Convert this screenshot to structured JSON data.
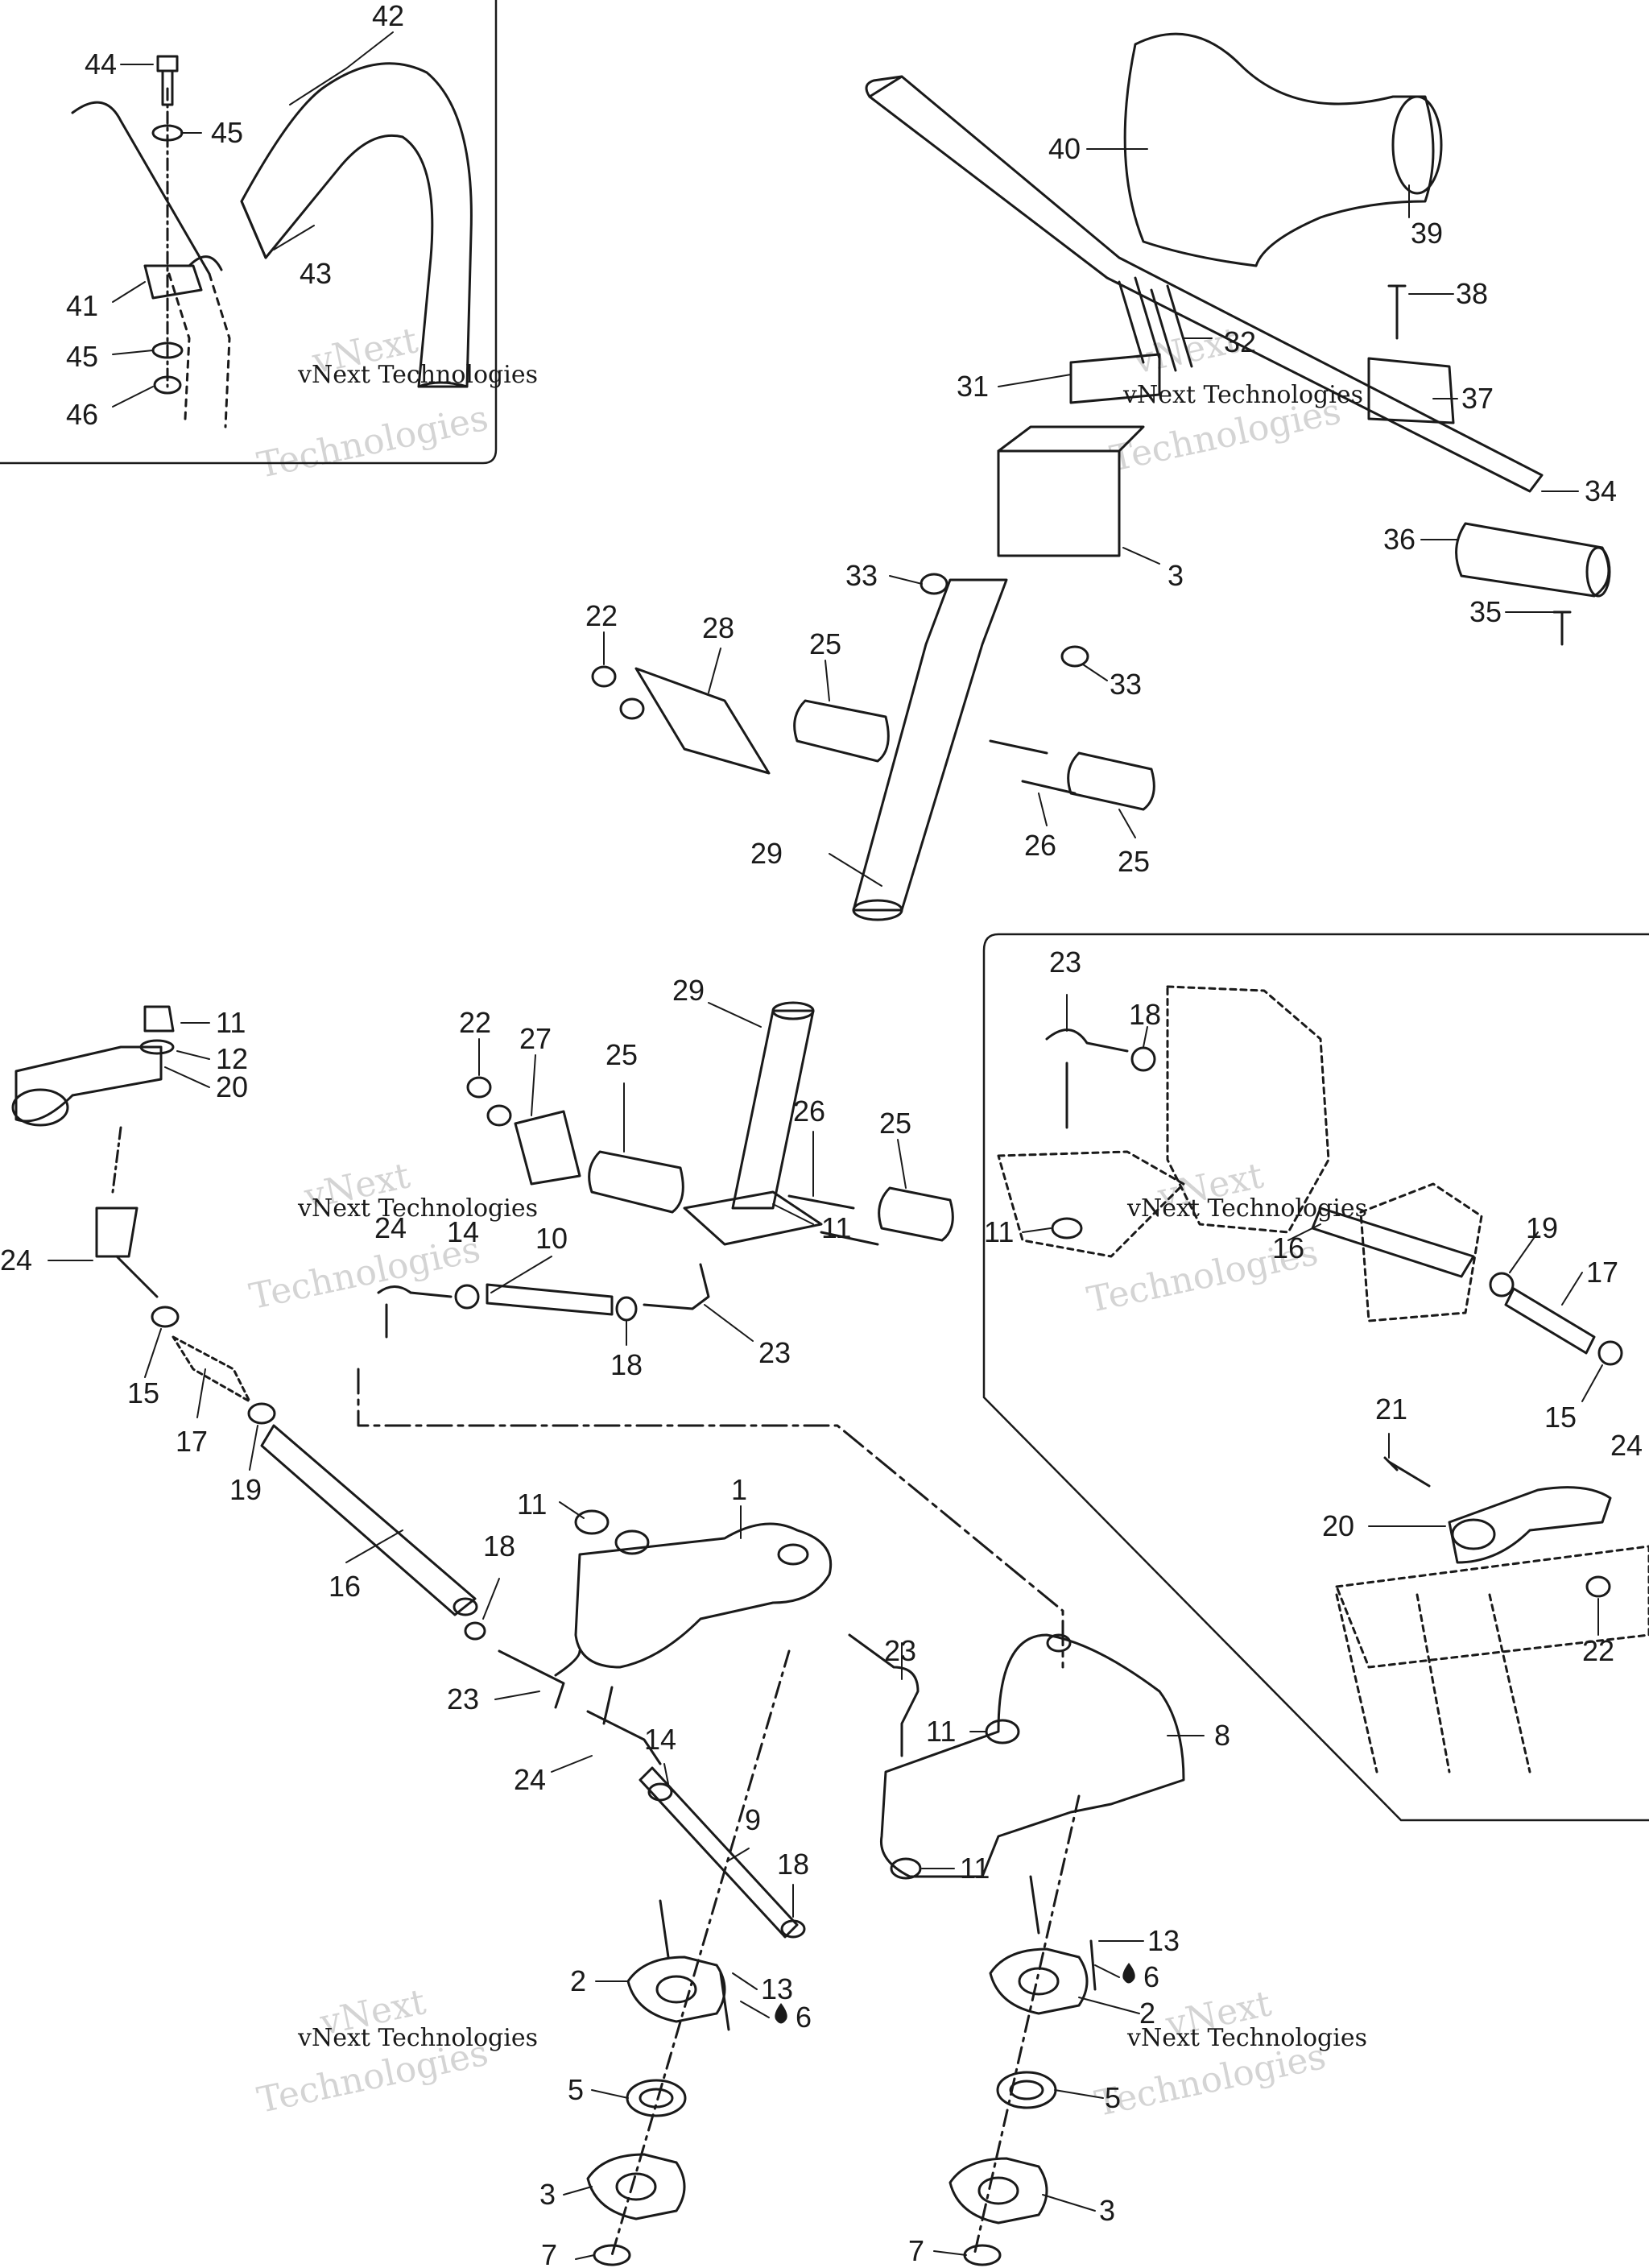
{
  "labels": {
    "c1": "1",
    "c2": "2",
    "c3": "3",
    "c5": "5",
    "c6": "6",
    "c7": "7",
    "c8": "8",
    "c9": "9",
    "c10": "10",
    "c11": "11",
    "c12": "12",
    "c13": "13",
    "c14": "14",
    "c15": "15",
    "c16": "16",
    "c17": "17",
    "c18": "18",
    "c19": "19",
    "c20": "20",
    "c21": "21",
    "c22": "22",
    "c23": "23",
    "c24": "24",
    "c25": "25",
    "c26": "26",
    "c27": "27",
    "c28": "28",
    "c29": "29",
    "c31": "31",
    "c32": "32",
    "c33": "33",
    "c34": "34",
    "c35": "35",
    "c36": "36",
    "c37": "37",
    "c38": "38",
    "c39": "39",
    "c40": "40",
    "c41": "41",
    "c42": "42",
    "c43": "43",
    "c44": "44",
    "c45": "45",
    "c46": "46"
  },
  "watermark": {
    "line1": "vNext",
    "line2": "vNext Technologies",
    "line3": "Technologies"
  },
  "colors": {
    "line": "#1a1a1a",
    "watermark": "#d9d9d9",
    "background": "#ffffff"
  }
}
